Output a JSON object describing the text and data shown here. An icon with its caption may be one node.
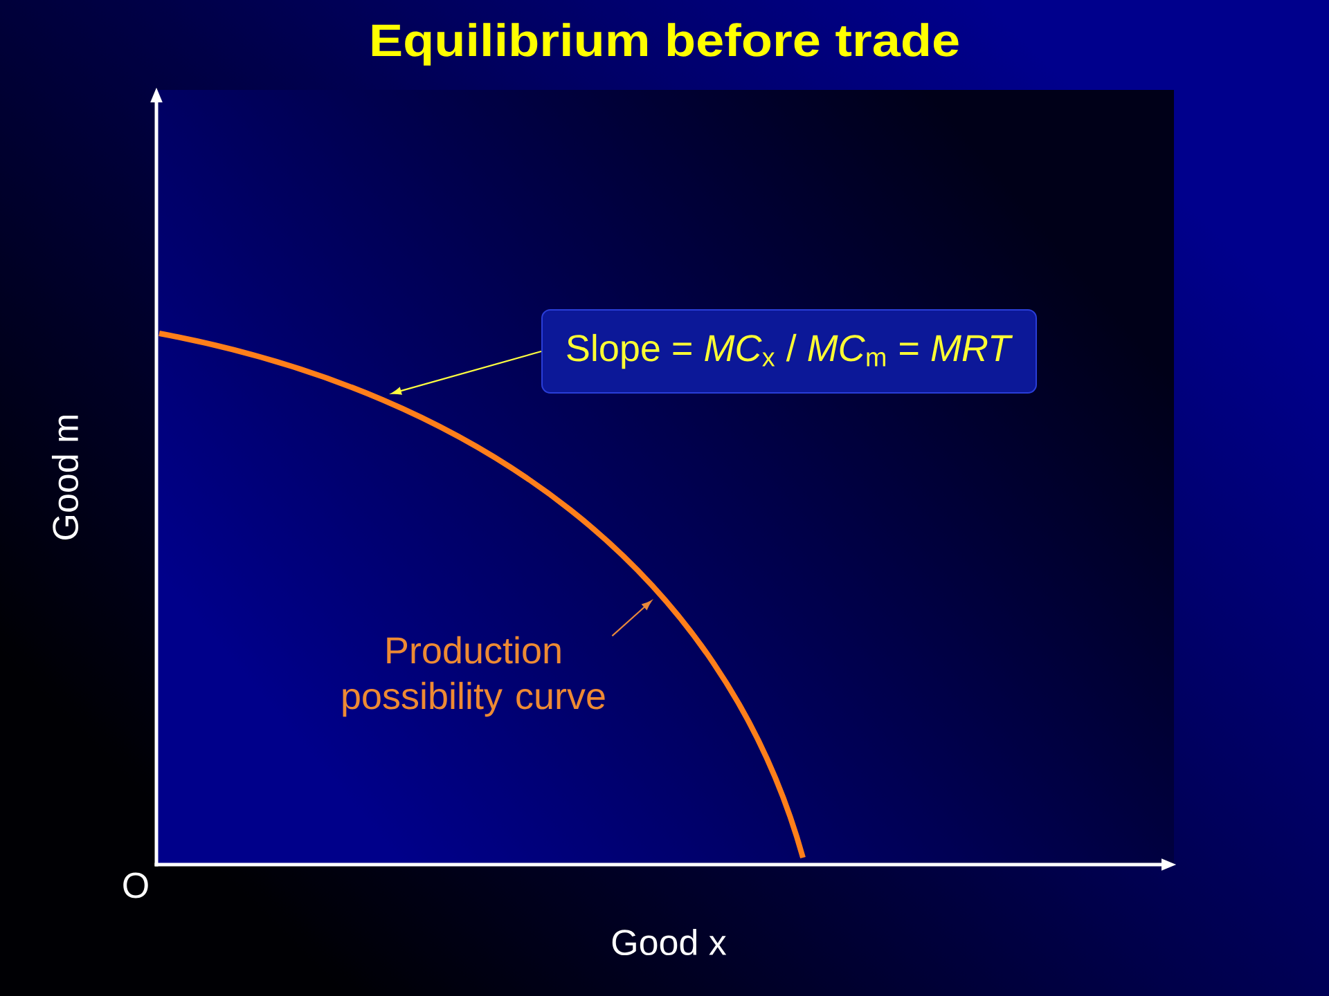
{
  "diagram": {
    "title": "Equilibrium before trade",
    "nodes": [
      {
        "text": [
          "Slope = *MC*$_{x}$ / *MC*$_{m}$ = *MRT*"
        ]
      },
      {
        "text": [
          "Production possibility curve"
        ]
      }
    ],
    "edges": [
      {
        "from": 0,
        "to": null,
        "arrow": "to",
        "color": "#ffff40"
      },
      {
        "from": 1,
        "to": null,
        "arrow": "to",
        "color": "#e8883a"
      }
    ],
    "labels": [
      "Good m",
      "O",
      "Good x"
    ]
  }
}
